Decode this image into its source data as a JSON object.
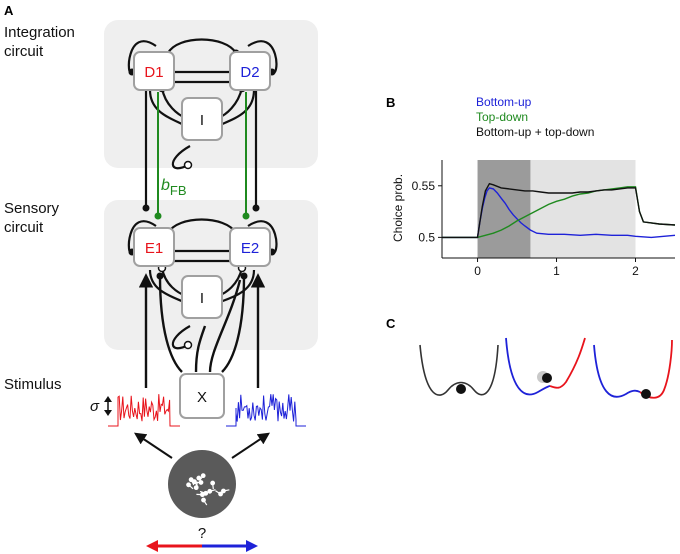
{
  "panels": {
    "a": "A",
    "b": "B",
    "c": "C"
  },
  "labels": {
    "integration_1": "Integration",
    "integration_2": "circuit",
    "sensory_1": "Sensory",
    "sensory_2": "circuit",
    "stimulus": "Stimulus",
    "sigma": "σ",
    "question": "?"
  },
  "feedback_label": {
    "main": "b",
    "sub": "FB"
  },
  "nodes": {
    "d1": "D1",
    "d2": "D2",
    "i_top": "I",
    "e1": "E1",
    "e2": "E2",
    "i_bottom": "I",
    "x": "X"
  },
  "colors": {
    "red": "#e8141c",
    "blue": "#1e22d8",
    "green": "#1f8a1f",
    "black": "#111111",
    "circuit_bg": "#efefef",
    "node_border": "#a0a0a0",
    "dark_shade": "#9b9b9b",
    "light_shade": "#e3e3e3"
  },
  "chart_data": {
    "type": "line",
    "title": "",
    "xlabel": "",
    "ylabel": "Choice prob.",
    "xlim": [
      -0.45,
      2.5
    ],
    "ylim": [
      0.48,
      0.575
    ],
    "xticks": [
      0,
      1,
      2
    ],
    "xtick_labels": [
      "0",
      "1",
      "2"
    ],
    "yticks": [
      0.5,
      0.55
    ],
    "ytick_labels": [
      "0.5",
      "0.55"
    ],
    "shaded_regions": [
      {
        "start": 0,
        "end": 0.67,
        "shade": "dark"
      },
      {
        "start": 0.67,
        "end": 2.0,
        "shade": "light"
      }
    ],
    "legend_position": "top",
    "series": [
      {
        "name": "Bottom-up",
        "color": "#1e22d8",
        "x": [
          -0.45,
          -0.3,
          -0.15,
          0,
          0.03,
          0.06,
          0.09,
          0.12,
          0.15,
          0.2,
          0.25,
          0.3,
          0.35,
          0.4,
          0.45,
          0.5,
          0.55,
          0.6,
          0.67,
          0.75,
          0.9,
          1.1,
          1.3,
          1.5,
          1.7,
          1.9,
          2.0,
          2.2,
          2.5
        ],
        "y": [
          0.5,
          0.5,
          0.5,
          0.5,
          0.515,
          0.528,
          0.538,
          0.545,
          0.548,
          0.547,
          0.543,
          0.538,
          0.533,
          0.527,
          0.522,
          0.518,
          0.514,
          0.511,
          0.507,
          0.504,
          0.503,
          0.503,
          0.502,
          0.503,
          0.502,
          0.502,
          0.501,
          0.5,
          0.502
        ]
      },
      {
        "name": "Top-down",
        "color": "#1f8a1f",
        "x": [
          -0.45,
          -0.2,
          0,
          0.1,
          0.2,
          0.3,
          0.4,
          0.5,
          0.6,
          0.7,
          0.8,
          0.9,
          1.0,
          1.1,
          1.2,
          1.3,
          1.4,
          1.5,
          1.6,
          1.7,
          1.8,
          1.9,
          2.0,
          2.05,
          2.1,
          2.2,
          2.3,
          2.5
        ],
        "y": [
          0.5,
          0.5,
          0.5,
          0.502,
          0.504,
          0.507,
          0.511,
          0.516,
          0.52,
          0.524,
          0.528,
          0.532,
          0.535,
          0.537,
          0.54,
          0.542,
          0.543,
          0.545,
          0.546,
          0.547,
          0.548,
          0.549,
          0.549,
          0.525,
          0.515,
          0.514,
          0.513,
          0.512
        ]
      },
      {
        "name": "Bottom-up + top-down",
        "color": "#111111",
        "x": [
          -0.45,
          -0.2,
          0,
          0.03,
          0.06,
          0.1,
          0.15,
          0.2,
          0.3,
          0.4,
          0.5,
          0.6,
          0.7,
          0.8,
          0.9,
          1.0,
          1.1,
          1.2,
          1.3,
          1.4,
          1.5,
          1.6,
          1.7,
          1.8,
          1.9,
          2.0,
          2.05,
          2.1,
          2.2,
          2.3,
          2.5
        ],
        "y": [
          0.5,
          0.5,
          0.5,
          0.515,
          0.53,
          0.545,
          0.552,
          0.551,
          0.548,
          0.547,
          0.546,
          0.545,
          0.545,
          0.544,
          0.543,
          0.543,
          0.543,
          0.543,
          0.544,
          0.544,
          0.545,
          0.546,
          0.546,
          0.547,
          0.548,
          0.548,
          0.525,
          0.515,
          0.514,
          0.513,
          0.512
        ]
      }
    ]
  }
}
